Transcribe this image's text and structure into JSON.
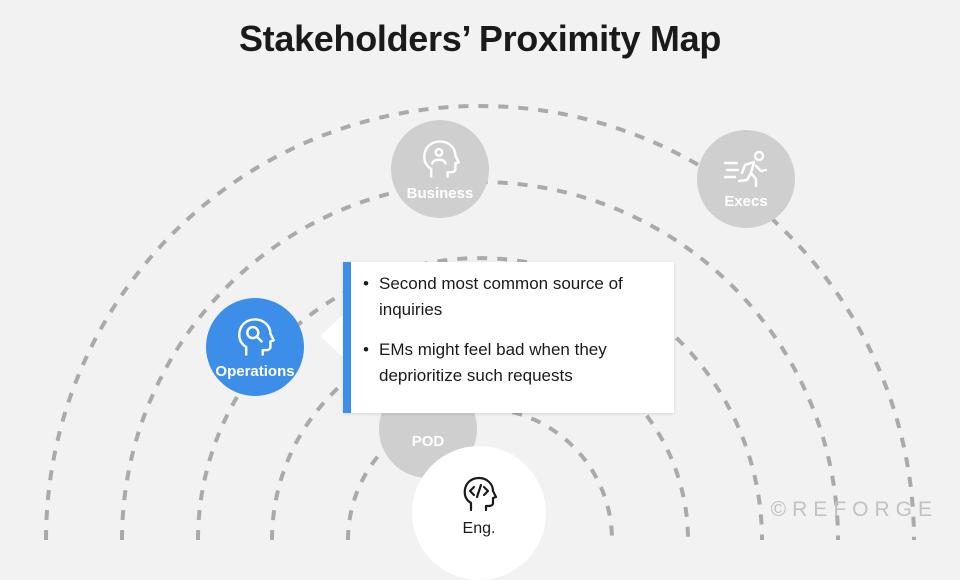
{
  "title": "Stakeholders’ Proximity Map",
  "nodes": {
    "business": {
      "label": "Business",
      "icon": "head-person-icon"
    },
    "execs": {
      "label": "Execs",
      "icon": "running-person-icon"
    },
    "operations": {
      "label": "Operations",
      "icon": "head-search-icon"
    },
    "pod": {
      "label": "POD"
    },
    "eng": {
      "label": "Eng.",
      "icon": "head-code-icon"
    }
  },
  "callout": {
    "bullets": [
      "Second most common source of inquiries",
      "EMs might feel bad when they deprioritize such requests"
    ]
  },
  "watermark": "©REFORGE",
  "colors": {
    "background": "#f2f2f2",
    "accent": "#3d8ee8",
    "inactive_node": "#cfcfcf",
    "arc": "#aaaaaa",
    "text": "#1a1a1a"
  }
}
